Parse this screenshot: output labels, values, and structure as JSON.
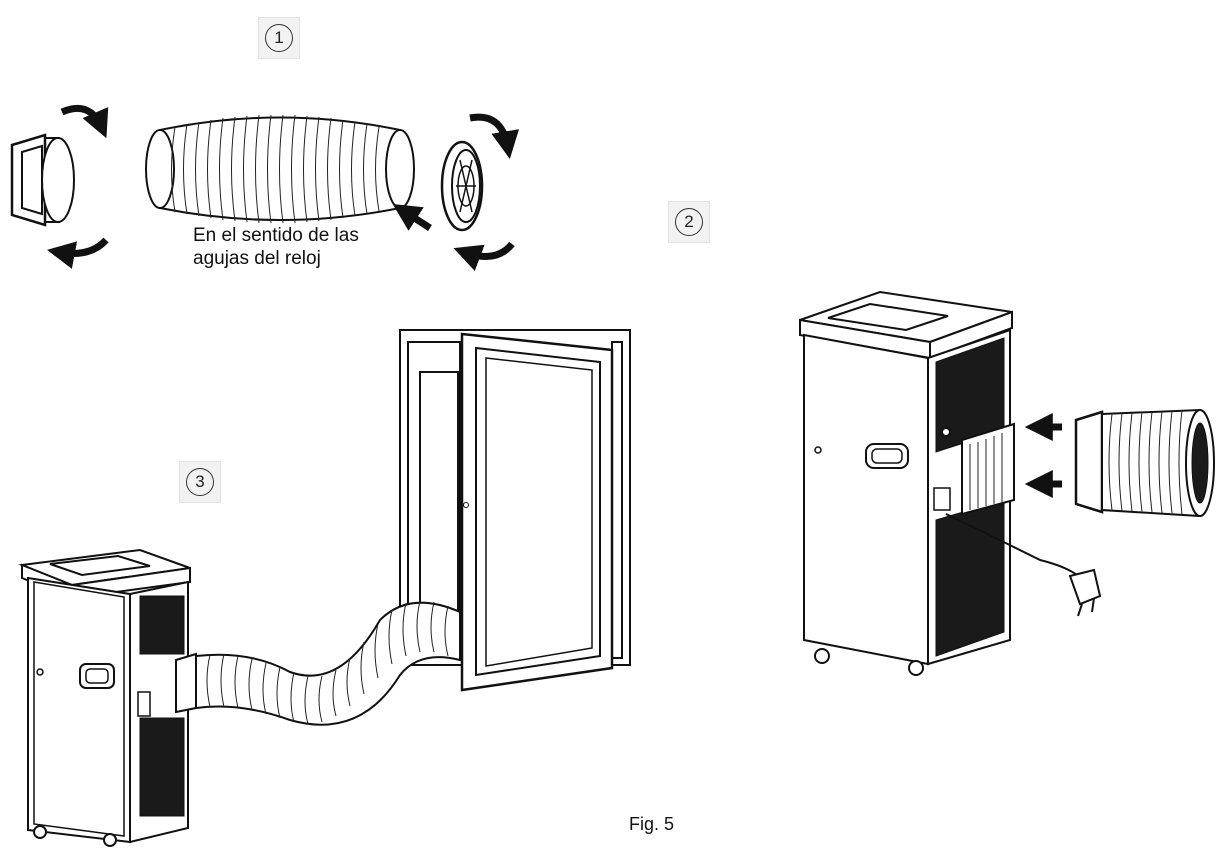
{
  "steps": [
    {
      "number": "1",
      "label": "①"
    },
    {
      "number": "2",
      "label": "②"
    },
    {
      "number": "3",
      "label": "③"
    }
  ],
  "caption": {
    "line1": "En el sentido de las",
    "line2": "agujas del reloj"
  },
  "figure_label": "Fig. 5",
  "colors": {
    "line": "#111111",
    "background": "#ffffff",
    "badge": "#f2f2f2"
  }
}
